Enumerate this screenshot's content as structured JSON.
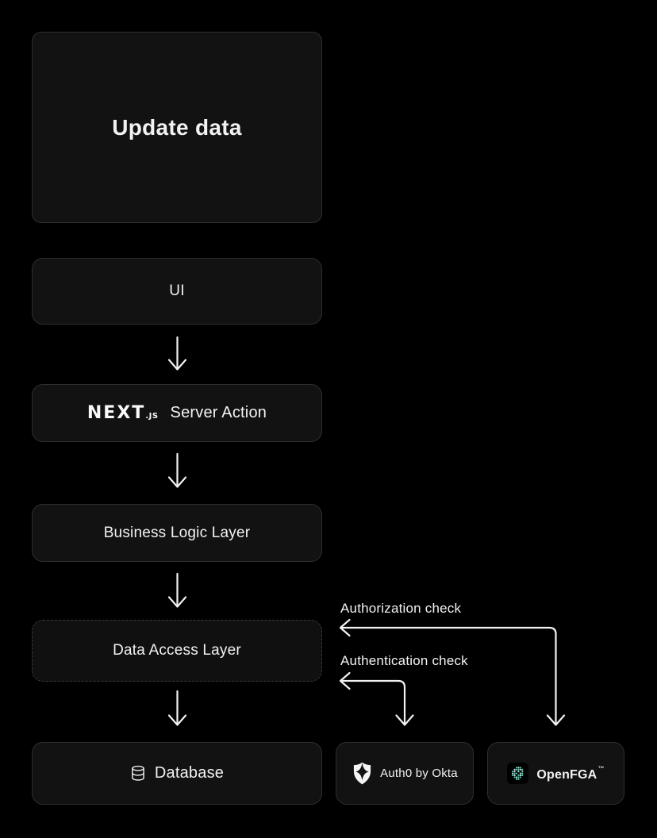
{
  "colors": {
    "background": "#000000",
    "node_background": "#121212",
    "node_border": "#2e2e2e",
    "dashed_border": "#3a3a3a",
    "text": "#f2f2f2",
    "arrow": "#f2f2f2",
    "openfga_teal": "#40e0c0",
    "auth0_shield": "#f5f5f5"
  },
  "nodes": {
    "trigger": {
      "label": "Update data"
    },
    "ui": {
      "label": "UI"
    },
    "server_action": {
      "brand": "NEXT",
      "brand_small": ".JS",
      "label": "Server Action"
    },
    "business_logic": {
      "label": "Business Logic Layer"
    },
    "data_access": {
      "label": "Data Access Layer"
    },
    "database": {
      "label": "Database",
      "icon": "database-cylinder-icon"
    },
    "auth0": {
      "label": "Auth0 by Okta",
      "icon": "auth0-shield-icon"
    },
    "openfga": {
      "label": "OpenFGA",
      "trademark": "™",
      "icon": "openfga-pixel-icon"
    }
  },
  "annotations": {
    "authorization": {
      "label": "Authorization check"
    },
    "authentication": {
      "label": "Authentication check"
    }
  }
}
